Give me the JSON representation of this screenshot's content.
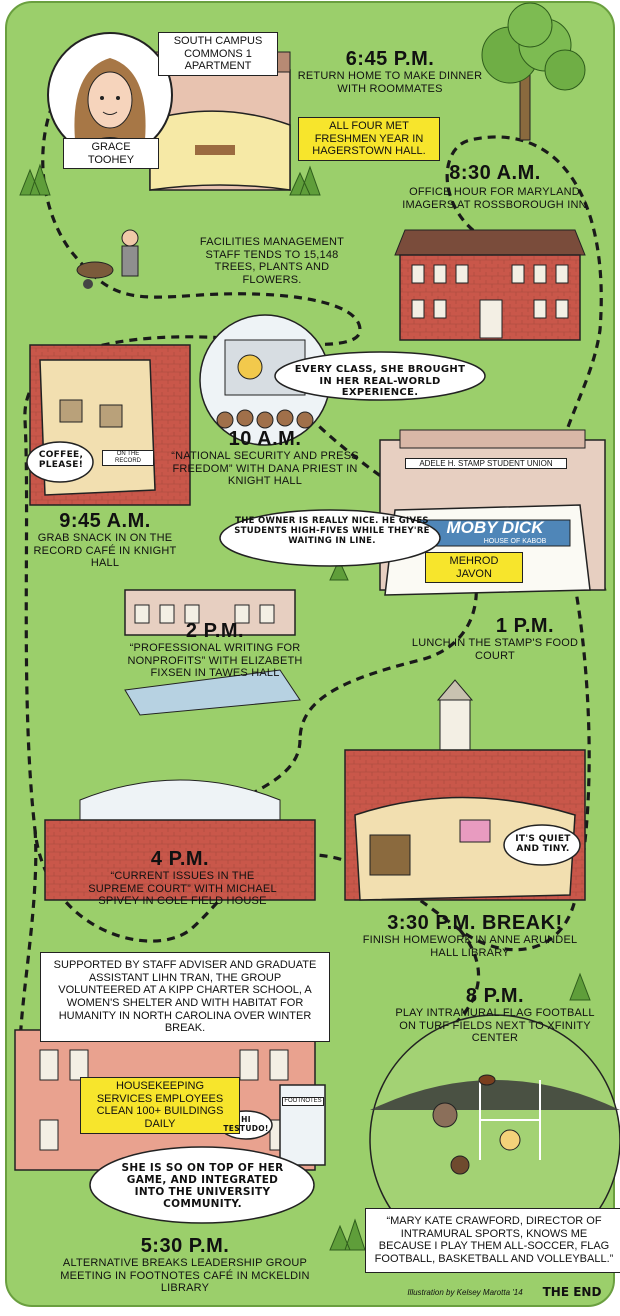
{
  "colors": {
    "grass": "#9acd6a",
    "grass_dark": "#6fae45",
    "brick": "#c9574a",
    "brick_dark": "#a1382f",
    "highlight": "#f7e52c",
    "path": "#1a1a1a",
    "trim": "#f3efe4"
  },
  "person": {
    "name": "GRACE TOOHEY"
  },
  "stops": {
    "home": {
      "time": "6:45 P.M.",
      "caption": "RETURN HOME TO MAKE DINNER WITH ROOMMATES",
      "sign": "SOUTH CAMPUS COMMONS 1 APARTMENT",
      "highlight": "ALL FOUR MET FRESHMEN YEAR IN HAGERSTOWN HALL."
    },
    "office_hour": {
      "time": "8:30 A.M.",
      "caption": "OFFICE HOUR FOR MARYLAND IMAGERS AT ROSSBOROUGH INN"
    },
    "facilities": {
      "caption": "FACILITIES MANAGEMENT STAFF TENDS TO 15,148 TREES, PLANTS AND FLOWERS."
    },
    "knight_class": {
      "time": "10 A.M.",
      "caption": "“NATIONAL SECURITY AND PRESS FREEDOM” WITH DANA PRIEST IN KNIGHT HALL",
      "quote": "EVERY CLASS, SHE BROUGHT IN HER REAL-WORLD EXPERIENCE."
    },
    "snack": {
      "time": "9:45 A.M.",
      "caption": "GRAB SNACK IN ON THE RECORD CAFÉ IN KNIGHT HALL",
      "speech": "COFFEE, PLEASE!",
      "sign": "ON THE RECORD"
    },
    "lunch": {
      "time": "1 P.M.",
      "caption": "LUNCH IN THE STAMP'S FOOD COURT",
      "building_sign": "ADELE H. STAMP STUDENT UNION",
      "shop_name": "MOBY DICK",
      "shop_sub": "HOUSE OF KABOB",
      "quote": "THE OWNER IS REALLY NICE. HE GIVES STUDENTS HIGH-FIVES WHILE THEY'RE WAITING IN LINE.",
      "name_tag": "MEHROD JAVON"
    },
    "writing_class": {
      "time": "2 P.M.",
      "caption": "“PROFESSIONAL WRITING FOR NONPROFITS” WITH ELIZABETH FIXSEN IN TAWES HALL"
    },
    "break": {
      "time": "3:30 P.M. BREAK!",
      "caption": "FINISH HOMEWORK IN ANNE ARUNDEL HALL LIBRARY",
      "quote": "IT'S QUIET AND TINY."
    },
    "court_class": {
      "time": "4 P.M.",
      "caption": "“CURRENT ISSUES IN THE SUPREME COURT” WITH MICHAEL SPIVEY IN COLE FIELD HOUSE"
    },
    "breaks_group": {
      "info": "SUPPORTED BY STAFF ADVISER AND GRADUATE ASSISTANT LIHN TRAN, THE GROUP VOLUNTEERED AT A KIPP CHARTER SCHOOL, A WOMEN'S SHELTER AND WITH HABITAT FOR HUMANITY IN NORTH CAROLINA OVER WINTER BREAK.",
      "highlight": "HOUSEKEEPING SERVICES EMPLOYEES CLEAN 100+ BUILDINGS DAILY",
      "greeting": "HI TESTUDO!",
      "sign": "FOOTNOTES",
      "quote": "SHE IS SO ON TOP OF HER GAME, AND INTEGRATED INTO THE UNIVERSITY COMMUNITY.",
      "time": "5:30 P.M.",
      "caption": "ALTERNATIVE BREAKS LEADERSHIP GROUP MEETING IN FOOTNOTES CAFÉ IN MCKELDIN LIBRARY"
    },
    "football": {
      "time": "8 P.M.",
      "caption": "PLAY INTRAMURAL FLAG FOOTBALL ON TURF FIELDS NEXT TO XFINITY CENTER",
      "quote": "“MARY KATE CRAWFORD, DIRECTOR OF INTRAMURAL SPORTS, KNOWS ME BECAUSE I PLAY THEM ALL-SOCCER, FLAG FOOTBALL, BASKETBALL AND VOLLEYBALL.”"
    }
  },
  "credit": "Illustration by Kelsey Marotta '14",
  "ending": "THE END"
}
